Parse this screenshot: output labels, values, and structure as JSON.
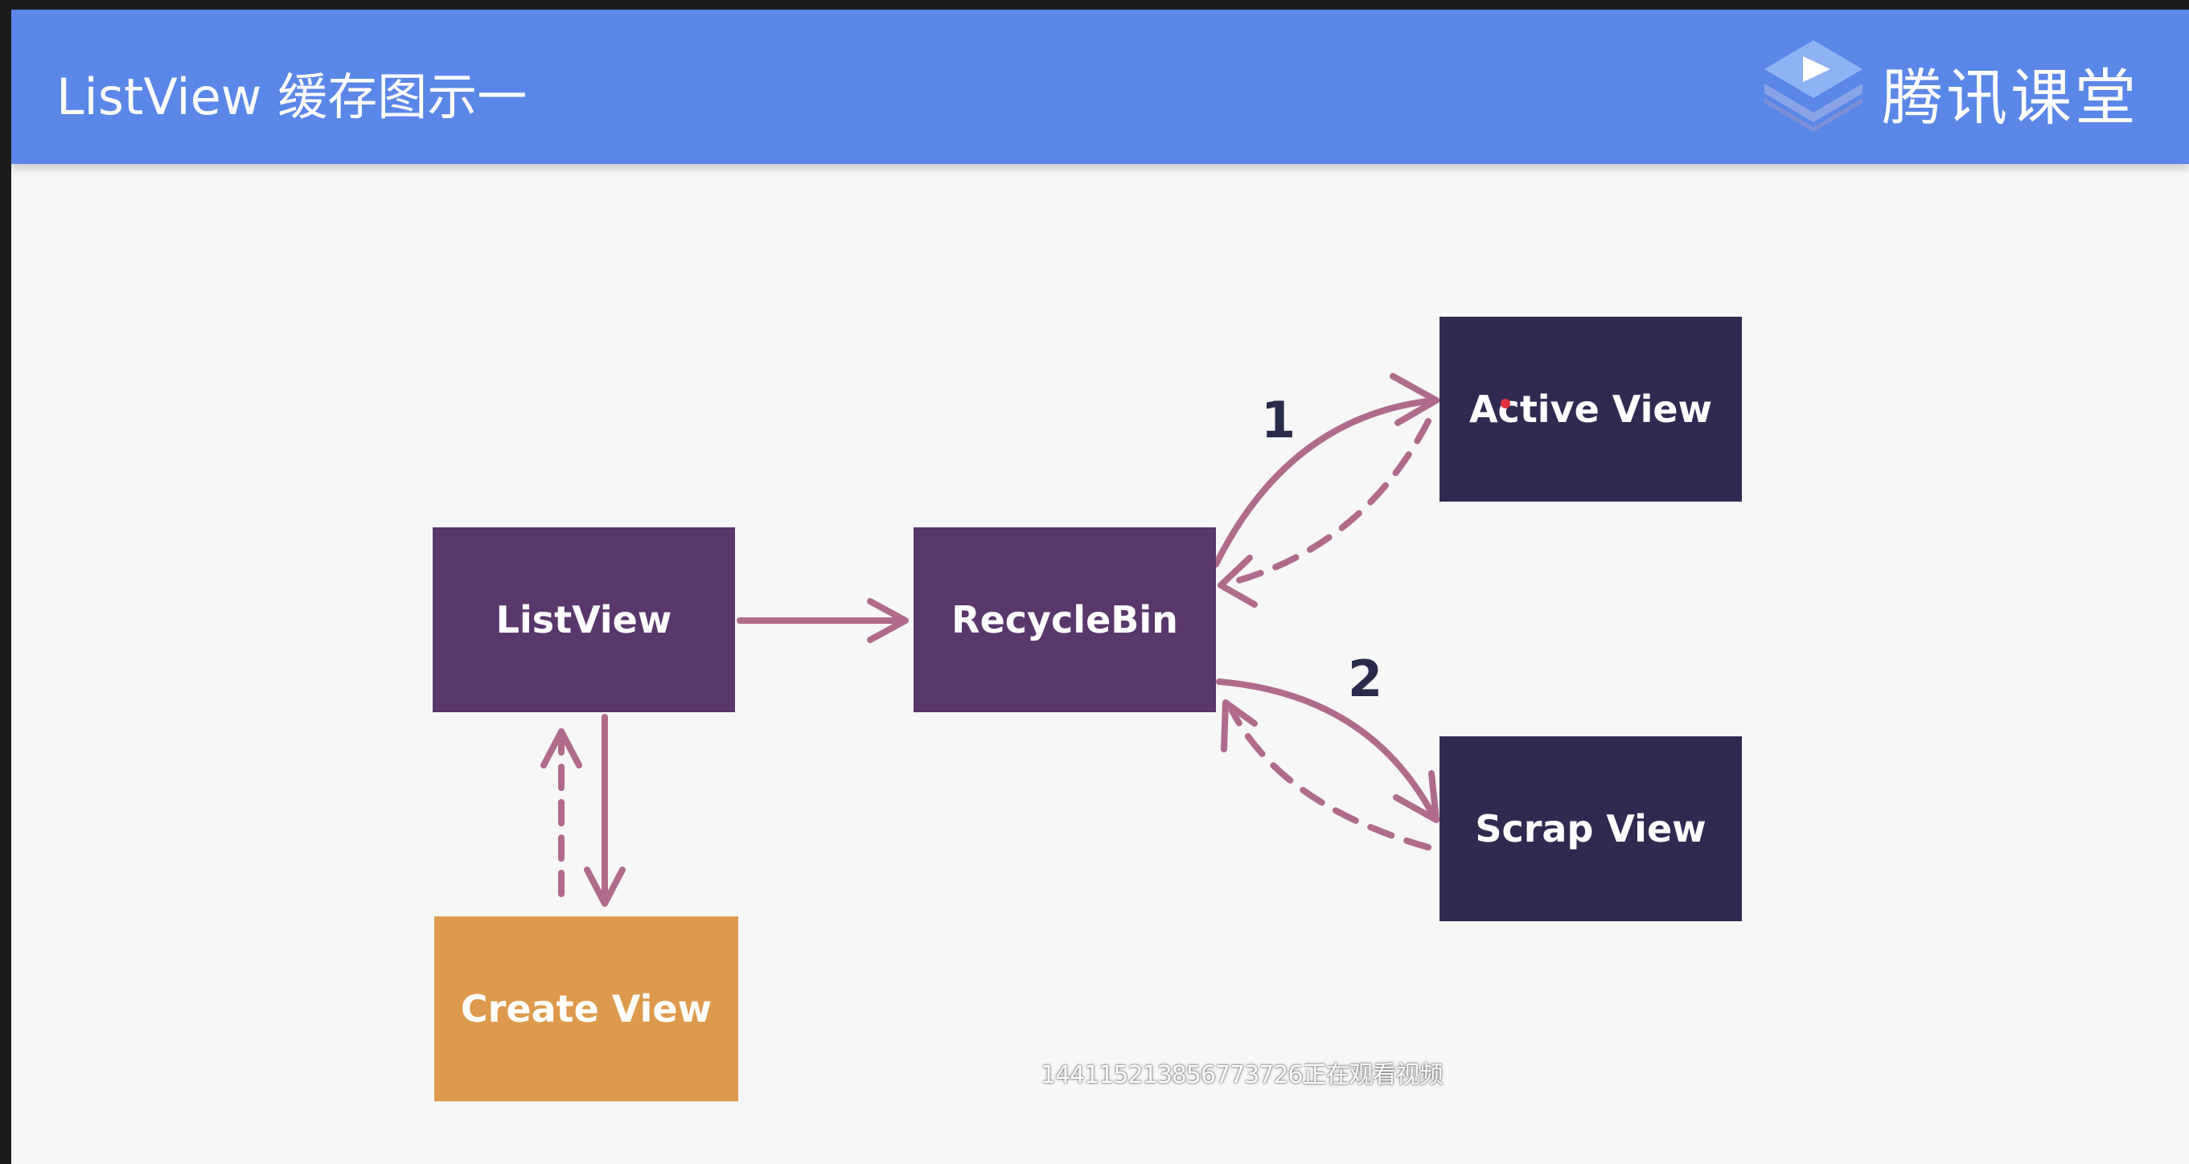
{
  "header": {
    "title": "ListView 缓存图示一",
    "brand_name": "腾讯课堂",
    "brand_logo_icon": "tencent-classroom-play-icon"
  },
  "diagram": {
    "nodes": {
      "listview": "ListView",
      "recyclebin": "RecycleBin",
      "active_view": "Active View",
      "scrap_view": "Scrap View",
      "create_view": "Create View"
    },
    "step_labels": {
      "step1": "1",
      "step2": "2"
    }
  },
  "watermark": "144115213856773726正在观看视频",
  "colors": {
    "header_bg": "#5b87e8",
    "purple_box": "#59366c",
    "navy_box": "#302a52",
    "orange_box": "#de9a4c",
    "arrow": "#b06b8a",
    "slide_bg": "#f7f7f8"
  }
}
